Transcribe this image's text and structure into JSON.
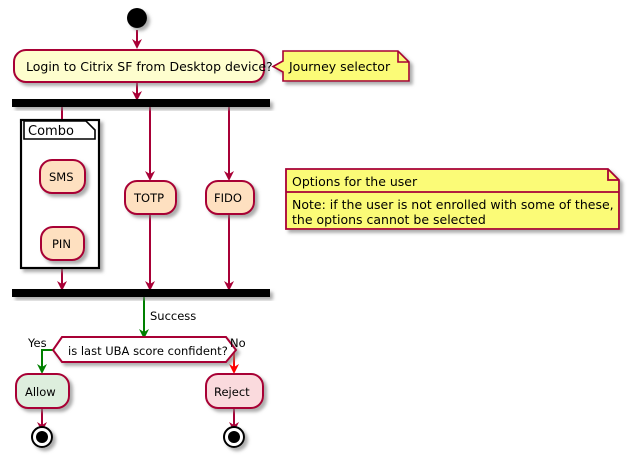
{
  "diagram": {
    "type": "activity-diagram",
    "title": "",
    "colors": {
      "activity_fill": "#FEE0C0",
      "decision_fill": "#FFFFFF",
      "note_fill": "#FBFB77",
      "first_activity_fill": "#FEFECE",
      "allow_fill": "#DDEEDD",
      "reject_fill": "#FADADD",
      "border": "#A80036",
      "arrow_default": "#A80036",
      "arrow_yes": "#008000",
      "arrow_no": "#FF0000",
      "bar": "#000000",
      "partition_border": "#000000",
      "note_border": "#A80036"
    }
  },
  "nodes": {
    "start": {
      "name": "start-node",
      "kind": "initial"
    },
    "login": {
      "label": "Login to Citrix SF from Desktop device?",
      "kind": "activity"
    },
    "fork": {
      "name": "fork-bar",
      "kind": "fork"
    },
    "sms": {
      "label": "SMS",
      "kind": "activity"
    },
    "pin": {
      "label": "PIN",
      "kind": "activity"
    },
    "totp": {
      "label": "TOTP",
      "kind": "activity"
    },
    "fido": {
      "label": "FIDO",
      "kind": "activity"
    },
    "join": {
      "name": "join-bar",
      "kind": "join"
    },
    "decision": {
      "label": "is last UBA score confident?",
      "kind": "decision"
    },
    "allow": {
      "label": "Allow",
      "kind": "activity"
    },
    "reject": {
      "label": "Reject",
      "kind": "activity"
    },
    "end_allow": {
      "name": "end-node-allow",
      "kind": "final"
    },
    "end_reject": {
      "name": "end-node-reject",
      "kind": "final"
    }
  },
  "partition": {
    "label": "Combo"
  },
  "edges": {
    "success": "Success",
    "yes": "Yes",
    "no": "No"
  },
  "notes": {
    "journey": {
      "text": "Journey selector"
    },
    "options": {
      "title": "Options for the user",
      "body_line1": "Note: if the user is not enrolled with some of these,",
      "body_line2": "the options cannot be selected"
    }
  }
}
